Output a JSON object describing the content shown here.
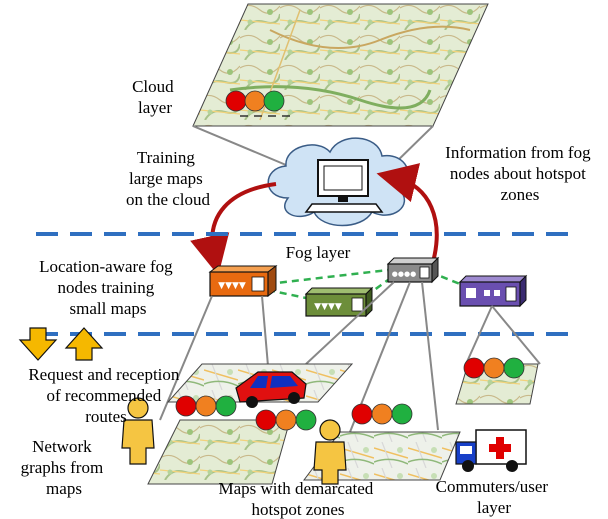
{
  "labels": {
    "cloud_layer": [
      "Cloud",
      "layer"
    ],
    "training_cloud": [
      "Training",
      "large maps",
      "on the cloud"
    ],
    "info_fog": [
      "Information from fog",
      "nodes about hotspot",
      "zones"
    ],
    "fog_layer": "Fog layer",
    "fog_nodes": [
      "Location-aware fog",
      "nodes training",
      "small maps"
    ],
    "request": [
      "Request and reception",
      "of recommended",
      "routes"
    ],
    "network": [
      "Network",
      "graphs from",
      "maps"
    ],
    "maps_hotspot": [
      "Maps with demarcated",
      "hotspot zones"
    ],
    "commuters": [
      "Commuters/user",
      "layer"
    ]
  },
  "colors": {
    "dash_line": "#2f6fc0",
    "curve_arrow": "#b01010",
    "traffic_red": "#e00000",
    "traffic_orange": "#f08020",
    "traffic_green": "#20b040",
    "cloud_fill": "#cfe3f5",
    "person": "#f5c542",
    "updown_arrow": "#f5b800",
    "fog_link": "#30b050"
  },
  "icons": [
    "cloud-icon",
    "computer-icon",
    "router-icon",
    "person-icon",
    "car-icon",
    "ambulance-icon",
    "traffic-light-icon",
    "map-icon"
  ]
}
